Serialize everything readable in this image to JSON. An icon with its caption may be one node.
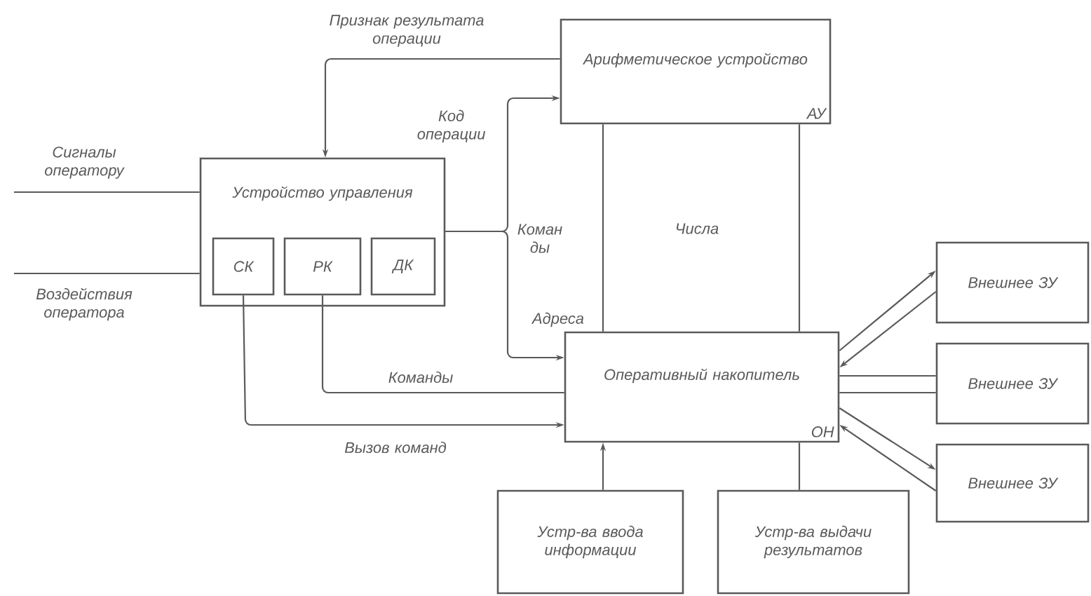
{
  "diagram": {
    "nodes": [
      {
        "text": [
          "Арифметическое устройство",
          "АУ"
        ]
      },
      {
        "text": [
          "Устройство управления"
        ]
      },
      {
        "text": [
          "СК"
        ],
        "in": 1
      },
      {
        "text": [
          "РК"
        ],
        "in": 1
      },
      {
        "text": [
          "ДК"
        ],
        "in": 1
      },
      {
        "text": [
          "Оперативный накопитель",
          "ОН"
        ]
      },
      {
        "text": [
          "Внешнее ЗУ"
        ]
      },
      {
        "text": [
          "Внешнее ЗУ"
        ]
      },
      {
        "text": [
          "Внешнее ЗУ"
        ]
      },
      {
        "text": [
          "Устр-ва ввода информации"
        ]
      },
      {
        "text": [
          "Устр-ва выдачи результатов"
        ]
      }
    ],
    "edges": [
      {
        "from": 0,
        "to": 1,
        "arrow": "to",
        "label": "Признак результата операции"
      },
      {
        "from": 1,
        "to": 0,
        "arrow": "to",
        "label": "Код операции"
      },
      {
        "from": 1,
        "to": 5,
        "arrow": "to",
        "label": "Адреса"
      },
      {
        "from": 3,
        "to": 5,
        "arrow": "none",
        "label": "Команды"
      },
      {
        "from": 2,
        "to": 5,
        "arrow": "to",
        "label": "Вызов команд"
      },
      {
        "from": 0,
        "to": 5,
        "arrow": "none"
      },
      {
        "from": 0,
        "to": 5,
        "arrow": "none"
      },
      {
        "from": 5,
        "to": 6,
        "arrow": "to"
      },
      {
        "from": 6,
        "to": 5,
        "arrow": "to"
      },
      {
        "from": 5,
        "to": 7,
        "arrow": "none"
      },
      {
        "from": 7,
        "to": 5,
        "arrow": "none"
      },
      {
        "from": 5,
        "to": 8,
        "arrow": "to"
      },
      {
        "from": 8,
        "to": 5,
        "arrow": "to"
      },
      {
        "from": 9,
        "to": 5,
        "arrow": "to"
      },
      {
        "from": 5,
        "to": 10,
        "arrow": "none"
      },
      {
        "from": 1,
        "to": null,
        "arrow": "none",
        "label": "Сигналы оператору"
      },
      {
        "from": null,
        "to": 1,
        "arrow": "none",
        "label": "Воздействия оператора"
      }
    ],
    "labels": [
      "Коман ды",
      "Числа"
    ]
  }
}
